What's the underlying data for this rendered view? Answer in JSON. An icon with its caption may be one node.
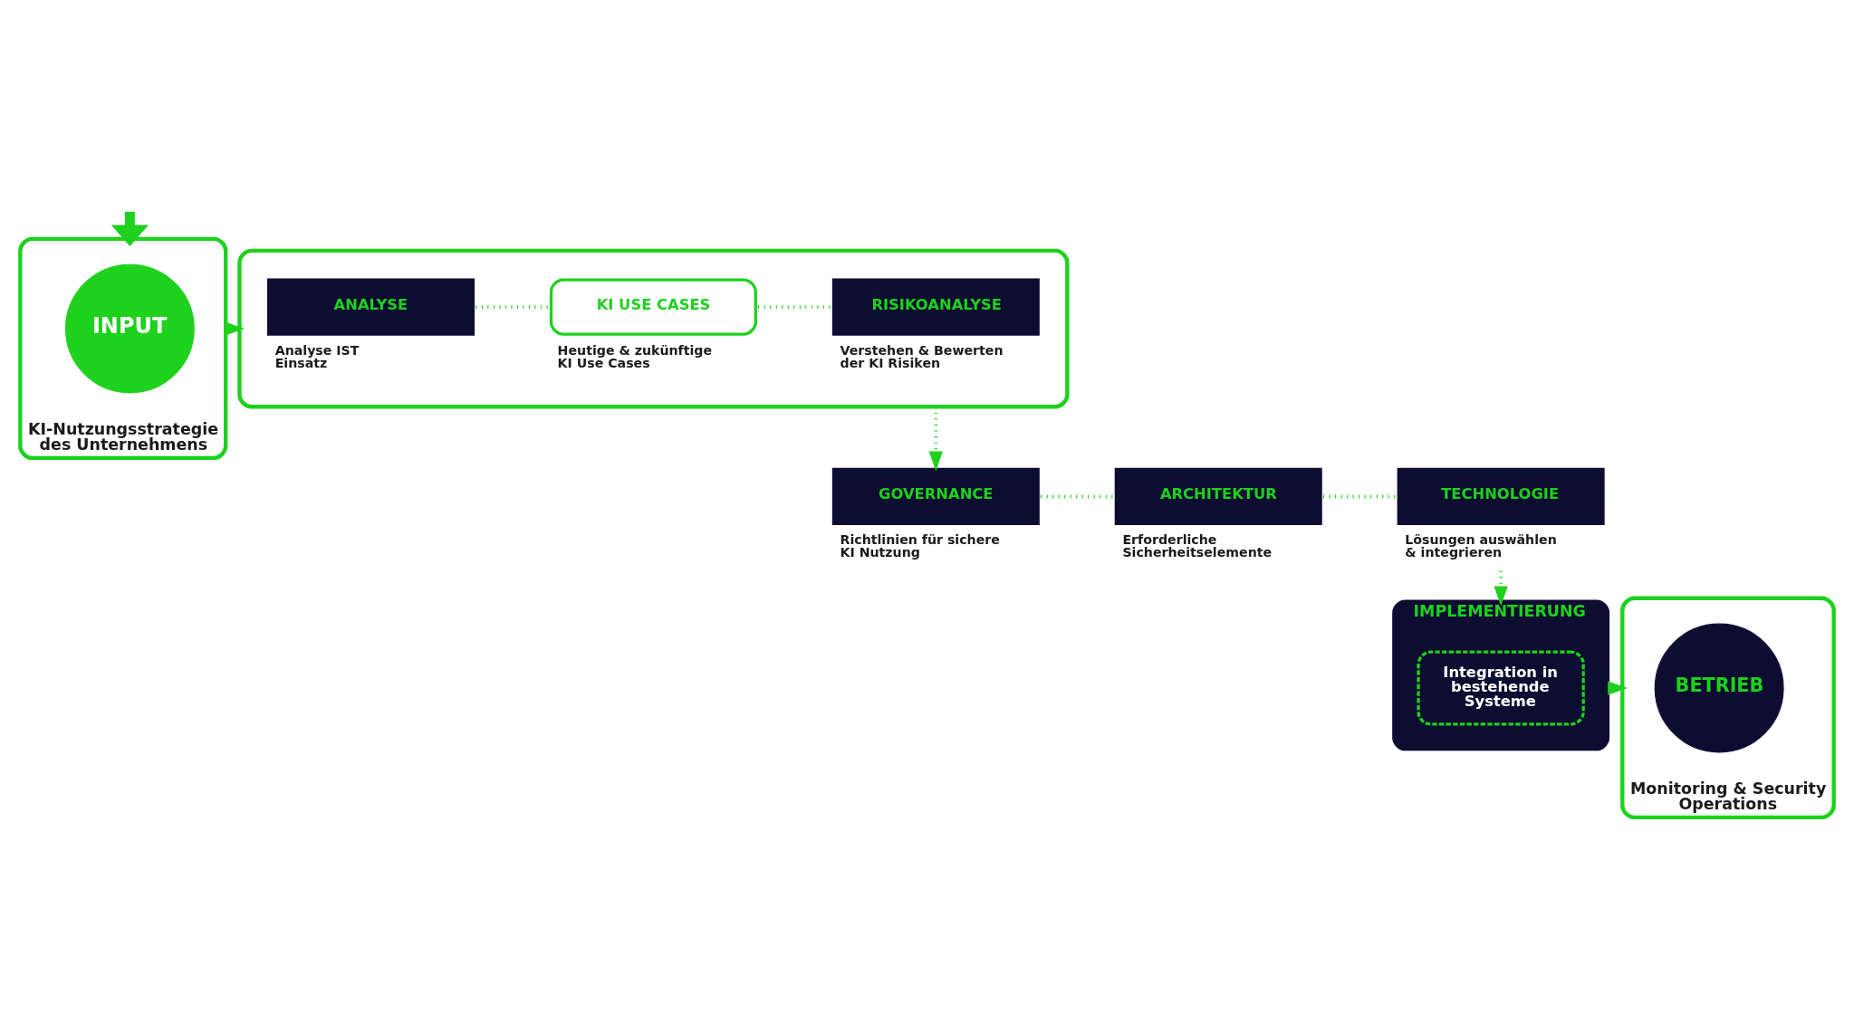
{
  "diagram": {
    "nodes": [
      {
        "text": [
          "KI-Nutzungsstrategie des Unternehmens"
        ]
      },
      {
        "text": [
          "INPUT"
        ],
        "in": 0
      },
      {
        "text": [],
        "shape": "box"
      },
      {
        "text": [
          "ANALYSE"
        ],
        "in": 2,
        "beside": [
          "Analyse IST Einsatz"
        ]
      },
      {
        "text": [
          "KI USE CASES"
        ],
        "in": 2,
        "beside": [
          "Heutige & zukünftige KI Use Cases"
        ]
      },
      {
        "text": [
          "RISIKOANALYSE"
        ],
        "in": 2,
        "beside": [
          "Verstehen & Bewerten der KI Risiken"
        ]
      },
      {
        "text": [
          "GOVERNANCE"
        ],
        "beside": [
          "Richtlinien für sichere KI Nutzung"
        ]
      },
      {
        "text": [
          "ARCHITEKTUR"
        ],
        "beside": [
          "Erforderliche Sicherheitselemente"
        ]
      },
      {
        "text": [
          "TECHNOLOGIE"
        ],
        "beside": [
          "Lösungen auswählen & integrieren"
        ]
      },
      {
        "text": [
          "IMPLEMENTIERUNG"
        ]
      },
      {
        "text": [
          "Integration in bestehende Systeme"
        ],
        "in": 9
      },
      {
        "text": [
          "Monitoring & Security Operations"
        ]
      },
      {
        "text": [
          "BETRIEB"
        ],
        "in": 11
      }
    ],
    "edges": [
      {
        "from": null,
        "to": 0,
        "arrow": "to",
        "style": "thick"
      },
      {
        "from": 0,
        "to": 2,
        "arrow": "to",
        "style": "dashed"
      },
      {
        "from": 3,
        "to": 4,
        "arrow": "none",
        "style": "dashed"
      },
      {
        "from": 4,
        "to": 5,
        "arrow": "none",
        "style": "dashed"
      },
      {
        "from": 2,
        "to": 6,
        "arrow": "to",
        "style": "dashed"
      },
      {
        "from": 6,
        "to": 7,
        "arrow": "none",
        "style": "dashed"
      },
      {
        "from": 7,
        "to": 8,
        "arrow": "none",
        "style": "dashed"
      },
      {
        "from": 8,
        "to": 9,
        "arrow": "to",
        "style": "dashed"
      },
      {
        "from": 9,
        "to": 11,
        "arrow": "to",
        "style": "dashed"
      }
    ]
  }
}
